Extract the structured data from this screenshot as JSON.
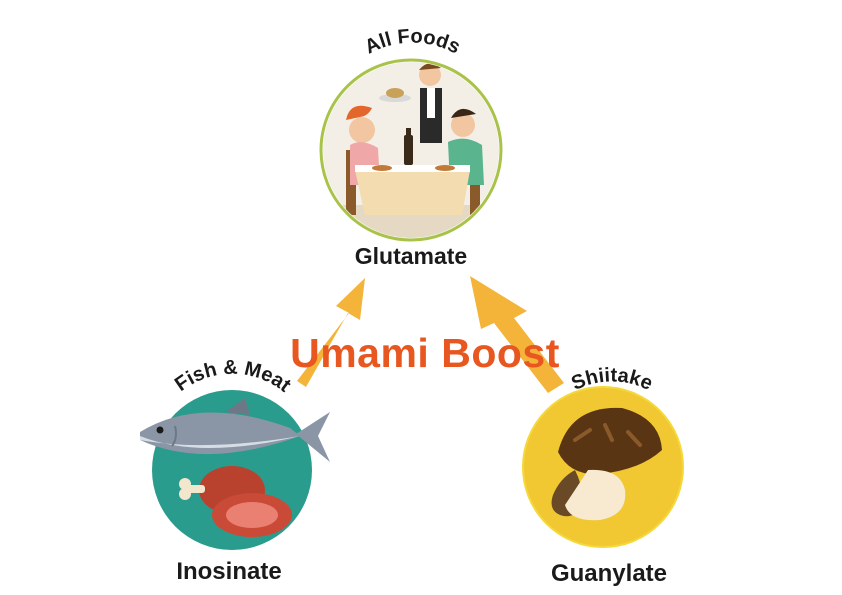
{
  "title": "Umami Boost",
  "nodes": {
    "top": {
      "arc_label": "All Foods",
      "name": "Glutamate"
    },
    "left": {
      "arc_label": "Fish & Meat",
      "name": "Inosinate"
    },
    "right": {
      "arc_label": "Shiitake",
      "name": "Guanylate"
    }
  },
  "colors": {
    "title": "#e8571f",
    "arrow": "#f4b43a",
    "top_ring": "#a9c34a",
    "left_fill": "#2a9c8e",
    "right_fill": "#f1c832",
    "right_ring": "#f5d83a"
  },
  "icons": [
    "restaurant-scene-illustration",
    "tuna-fish-icon",
    "ham-meat-icon",
    "shiitake-mushroom-icon"
  ]
}
